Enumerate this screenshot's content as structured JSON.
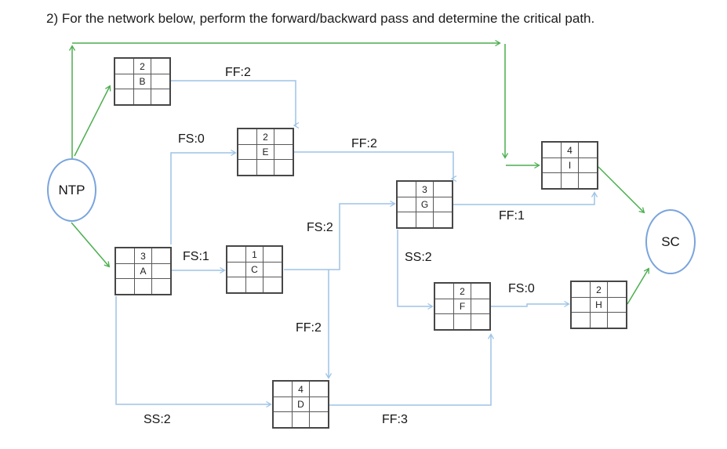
{
  "title": "2) For the network below, perform the forward/backward pass and determine the critical path.",
  "terminals": {
    "start": {
      "label": "NTP"
    },
    "end": {
      "label": "SC"
    }
  },
  "nodes": {
    "B": {
      "duration": "2",
      "name": "B"
    },
    "E": {
      "duration": "2",
      "name": "E"
    },
    "A": {
      "duration": "3",
      "name": "A"
    },
    "C": {
      "duration": "1",
      "name": "C"
    },
    "G": {
      "duration": "3",
      "name": "G"
    },
    "D": {
      "duration": "4",
      "name": "D"
    },
    "F": {
      "duration": "2",
      "name": "F"
    },
    "H": {
      "duration": "2",
      "name": "H"
    },
    "I": {
      "duration": "4",
      "name": "I"
    }
  },
  "edges": {
    "b_e": {
      "from": "B",
      "to": "E",
      "label": "FF:2"
    },
    "a_e": {
      "from": "A",
      "to": "E",
      "label": "FS:0"
    },
    "a_c": {
      "from": "A",
      "to": "C",
      "label": "FS:1"
    },
    "a_d": {
      "from": "A",
      "to": "D",
      "label": "SS:2"
    },
    "c_g": {
      "from": "C",
      "to": "G",
      "label": "FS:2"
    },
    "c_d": {
      "from": "C",
      "to": "D",
      "label": "FF:2"
    },
    "e_g": {
      "from": "E",
      "to": "G",
      "label": "FF:2"
    },
    "g_i": {
      "from": "G",
      "to": "I",
      "label": "FF:1"
    },
    "g_f": {
      "from": "G",
      "to": "F",
      "label": "SS:2"
    },
    "d_f": {
      "from": "D",
      "to": "F",
      "label": "FF:3"
    },
    "f_h": {
      "from": "F",
      "to": "H",
      "label": "FS:0"
    },
    "ntp_b": {
      "from": "NTP",
      "to": "B",
      "label": ""
    },
    "ntp_a": {
      "from": "NTP",
      "to": "A",
      "label": ""
    },
    "ntp_i": {
      "from": "NTP",
      "to": "I",
      "label": ""
    },
    "i_sc": {
      "from": "I",
      "to": "SC",
      "label": ""
    },
    "h_sc": {
      "from": "H",
      "to": "SC",
      "label": ""
    }
  },
  "colors": {
    "connector_blue": "#9dc3e6",
    "arrow_green": "#4bae4f",
    "terminal_stroke": "#7aa4dd",
    "node_stroke": "#474747"
  }
}
